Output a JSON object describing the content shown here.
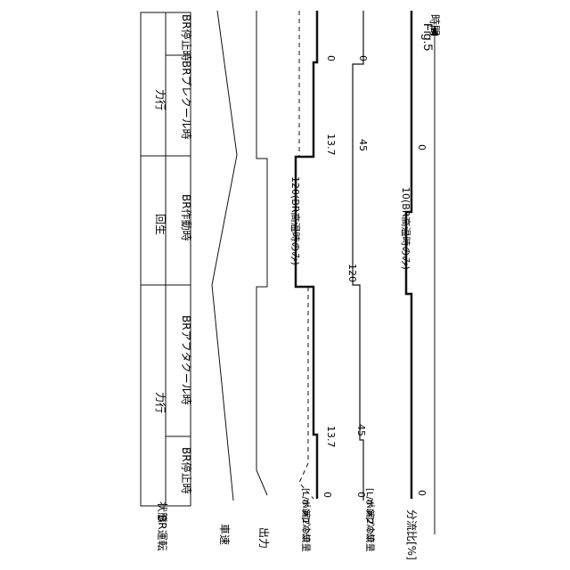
{
  "figure_label": "Fig.5",
  "state_row_label": "BR運転\n状態",
  "mode_row": [
    "力行",
    "回生",
    "力行"
  ],
  "state_row": [
    "BR停止時",
    "BRプレクール時",
    "BR作動時",
    "BRアフタクール時",
    "BR停止時"
  ],
  "row_labels": {
    "speed": "車速",
    "output": "出力",
    "pump1": "第1冷却\nポンプの流量\n[L/min]",
    "pump2": "第2冷却\nポンプの流量\n[L/min]",
    "ratio": "分流比[%]"
  },
  "time_label": "時間",
  "pump1_values": {
    "start": "0",
    "preload": "13.7",
    "active": "120(BR高温時のみ)",
    "after": "13.7",
    "end": "0"
  },
  "pump2_values": {
    "start": "0",
    "preload": "45",
    "active": "120",
    "after": "45",
    "end": "0"
  },
  "ratio_values": {
    "start": "0",
    "active": "10(BR高温時のみ)",
    "end": "0"
  }
}
